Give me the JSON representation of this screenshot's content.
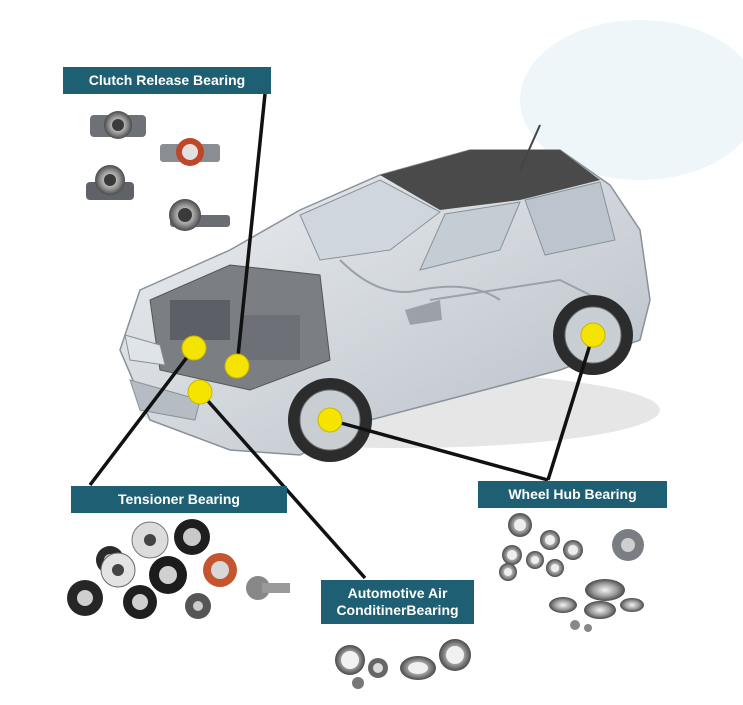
{
  "labels": {
    "clutch": "Clutch Release Bearing",
    "tensioner": "Tensioner Bearing",
    "wheel_hub": "Wheel Hub Bearing",
    "air_conditioner_line1": "Automotive Air",
    "air_conditioner_line2": "ConditinerBearing"
  },
  "colors": {
    "label_bg": "#1f5f73",
    "marker": "#f5e400",
    "leader_line": "#111111"
  }
}
